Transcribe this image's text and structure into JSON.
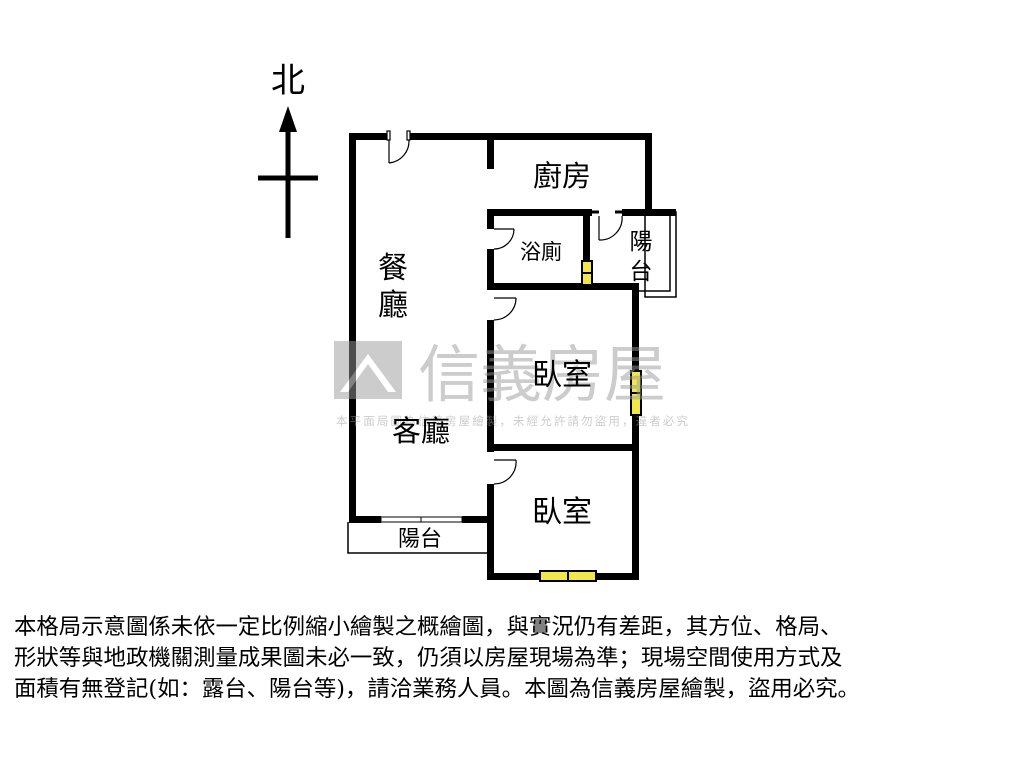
{
  "compass": {
    "north_label": "北"
  },
  "rooms": {
    "kitchen": "廚房",
    "bathroom": "浴廁",
    "balcony_rear": [
      "陽",
      "台"
    ],
    "dining": [
      "餐",
      "廳"
    ],
    "bedroom_main": "臥室",
    "living": "客廳",
    "bedroom_second": "臥室",
    "balcony_front": "陽台"
  },
  "watermark": {
    "brand": "信義房屋",
    "notice": "本平面局圖為信義房屋繪製，未經允許請勿盜用，違者必究"
  },
  "disclaimer": {
    "lines": [
      "本格局示意圖係未依一定比例縮小繪製之概繪圖，與實況仍有差距，其方位、格局、",
      "形狀等與地政機關測量成果圖未必一致，仍須以房屋現場為準；現場空間使用方式及",
      "面積有無登記(如：露台、陽台等)，請洽業務人員。本圖為信義房屋繪製，盜用必究。"
    ]
  }
}
